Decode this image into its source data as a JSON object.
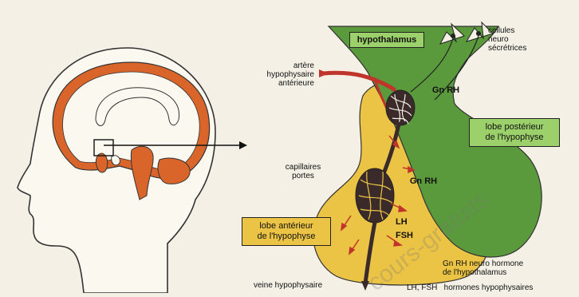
{
  "labels": {
    "hypothalamus": "hypothalamus",
    "cellules_neuro": "cellules\nneuro\nsécrétrices",
    "artere": "artère\nhypophysaire\nantérieure",
    "gnrh_top": "Gn RH",
    "lobe_posterieur": "lobe postérieur\nde l'hypophyse",
    "capillaires": "capillaires\nportes",
    "gnrh_mid": "Gn RH",
    "lh": "LH",
    "fsh": "FSH",
    "lobe_anterieur": "lobe antérieur\nde l'hypophyse",
    "legend_gnrh": "Gn RH  neuro hormone\nde l'hypothalamus",
    "veine": "veine  hypophysaire",
    "legend_lhfsh": "LH, FSH   hormones hypophysaires"
  },
  "watermark": "cours-gratuits",
  "colors": {
    "posterior": "#5a9a3c",
    "anterior": "#ecc445",
    "hypothalamus_box": "#9bd06a",
    "artery": "#c0352b",
    "vessel": "#3a2a2a",
    "brain_outline": "#d9652a"
  }
}
